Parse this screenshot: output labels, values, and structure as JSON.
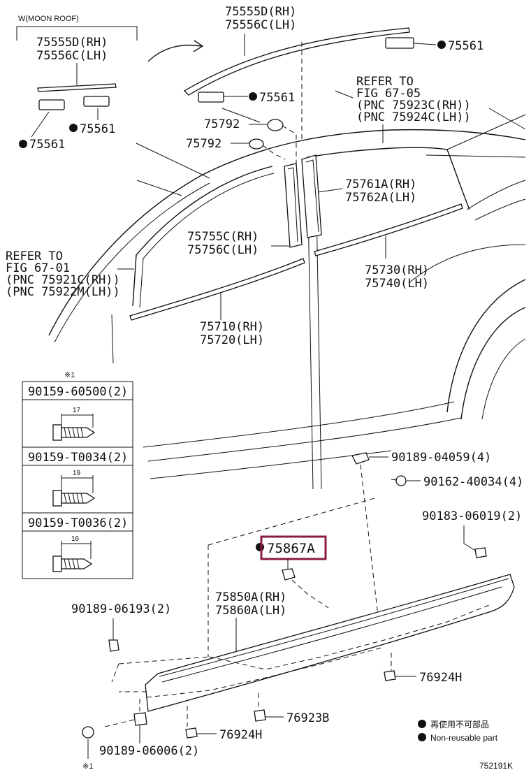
{
  "notes": {
    "moon_roof": "W(MOON ROOF)",
    "refer_top": [
      "REFER TO",
      "FIG 67-05",
      "(PNC 75923C(RH))",
      "(PNC 75924C(LH))"
    ],
    "refer_left": [
      "REFER TO",
      "FIG 67-01",
      "(PNC 75921C(RH))",
      "(PNC 75922M(LH))"
    ]
  },
  "parts": {
    "roof_moulding_inset": [
      "75555D(RH)",
      "75556C(LH)"
    ],
    "roof_moulding": [
      "75555D(RH)",
      "75556C(LH)"
    ],
    "clip_75561_a": "75561",
    "clip_75561_b": "75561",
    "clip_75561_c": "75561",
    "clip_75561_d": "75561",
    "clip_75792_a": "75792",
    "clip_75792_b": "75792",
    "pillar_rear": [
      "75761A(RH)",
      "75762A(LH)"
    ],
    "pillar_front": [
      "75755C(RH)",
      "75756C(LH)"
    ],
    "belt_rear": [
      "75730(RH)",
      "75740(LH)"
    ],
    "belt_front": [
      "75710(RH)",
      "75720(LH)"
    ],
    "grommet_top": "90189-04059(4)",
    "screw_top": "90162-40034(4)",
    "clip_right": "90183-06019(2)",
    "highlighted": "75867A",
    "rocker": [
      "75850A(RH)",
      "75860A(LH)"
    ],
    "clip_left": "90189-06193(2)",
    "clip_76924h_right": "76924H",
    "clip_76923b": "76923B",
    "clip_76924h_left": "76924H",
    "grommet_bottom": "90189-06006(2)"
  },
  "screw_table": {
    "mark": "※1",
    "rows": [
      {
        "part": "90159-60500(2)",
        "length": "17"
      },
      {
        "part": "90159-T0034(2)",
        "length": "19"
      },
      {
        "part": "90159-T0036(2)",
        "length": "16"
      }
    ]
  },
  "bottom_mark": "※1",
  "legend": {
    "ja": "再使用不可部品",
    "en": "Non-reusable part"
  },
  "figure_code": "752191K",
  "colors": {
    "highlight": "#8c1c3c",
    "ink": "#111111"
  }
}
